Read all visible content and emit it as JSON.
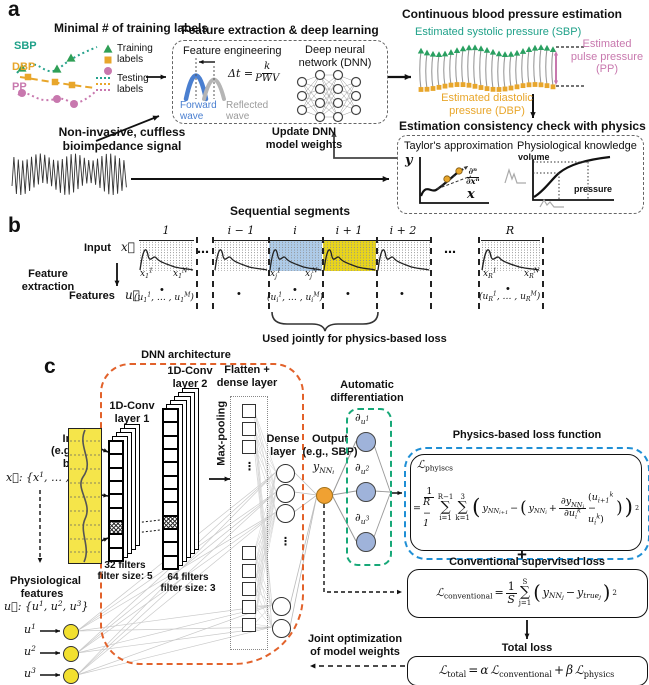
{
  "colors": {
    "sbp_teal": "#1fa189",
    "dbp_orange": "#e8a62b",
    "pp_pink": "#c878ae",
    "forward_blue": "#4a7fd0",
    "reflected_gray": "#9b9b9b",
    "dnn_box_orange": "#e2622b",
    "autodiff_green": "#17a878",
    "physics_blue": "#1f8fd5",
    "segment_highlight_blue": "#aecbe8",
    "segment_highlight_yellow": "#e8d41c",
    "input_node_yellow": "#f2e030",
    "output_node_orange": "#f0a132",
    "deriv_node_blue": "#9fb3da"
  },
  "a": {
    "panel_label": "a",
    "heading": "Minimal # of training labels",
    "sbp": "SBP",
    "dbp": "DBP",
    "pp": "PP",
    "legend_training": "Training labels",
    "legend_testing": "Testing labels",
    "signal_caption": "Non-invasive, cuffless bioimpedance signal",
    "feat_title": "Feature extraction & deep learning",
    "feat_eng": "Feature engineering",
    "dt": "Δt =",
    "dt_num": "k",
    "dt_den": "PWV",
    "forward": "Forward wave",
    "reflected": "Reflected wave",
    "dnn": "Deep neural network (DNN)",
    "update": "Update DNN model weights",
    "bp_title": "Continuous blood pressure estimation",
    "bp_sbp": "Estimated systolic pressure (SBP)",
    "bp_dbp": "Estimated diastolic pressure (DBP)",
    "bp_pp": "Estimated pulse pressure (PP)",
    "cons_title": "Estimation consistency check with physics",
    "taylor": "Taylor's approximation",
    "physio": "Physiological knowledge",
    "y": "y",
    "x": "x",
    "dn_num": "∂ⁿ",
    "dn_den": "∂xⁿ",
    "volume": "volume",
    "pressure": "pressure"
  },
  "b": {
    "panel_label": "b",
    "title": "Sequential segments",
    "input": "Input",
    "xvec": "x⃗",
    "feat_ext": "Feature extraction",
    "features": "Features",
    "uvec": "u⃗",
    "segs": {
      "s1": "1",
      "si_1": "i − 1",
      "si": "i",
      "sip1": "i + 1",
      "sip2": "i + 2",
      "sR": "R"
    },
    "dots": "⋯",
    "bullet": "•",
    "x11": {
      "b": "x",
      "s": "1",
      "p": "1"
    },
    "x1N": {
      "b": "x",
      "s": "1",
      "p": "N"
    },
    "xj1": {
      "b": "x",
      "s": "j",
      "p": "1"
    },
    "xjN": {
      "b": "x",
      "s": "j",
      "p": "N"
    },
    "xR1": {
      "b": "x",
      "s": "R",
      "p": "1"
    },
    "xRN": {
      "b": "x",
      "s": "R",
      "p": "N"
    },
    "t1": {
      "o": "(u",
      "s1": "1",
      "p1": "1",
      "m": ", … , u",
      "s2": "1",
      "p2": "M",
      "c": ")"
    },
    "ti": {
      "o": "(u",
      "s1": "i",
      "p1": "1",
      "m": ", … , u",
      "s2": "i",
      "p2": "M",
      "c": ")"
    },
    "tR": {
      "o": "(u",
      "s1": "R",
      "p1": "1",
      "m": ", … , u",
      "s2": "R",
      "p2": "M",
      "c": ")"
    },
    "brace": "Used jointly for physics-based loss"
  },
  "c": {
    "panel_label": "c",
    "arch": "DNN architecture",
    "input1": "Input",
    "input2": "(e.g. BioZ beat)",
    "xdef": {
      "v": "x⃗",
      "r1": ": {x",
      "p1": "1",
      "r2": ", … , x",
      "p2": "N",
      "r3": "}"
    },
    "conv1a": "1D-Conv",
    "conv1b": "layer 1",
    "conv1i1": "32 filters",
    "conv1i2": "filter size: 5",
    "conv2a": "1D-Conv",
    "conv2b": "layer 2",
    "conv2i1": "64 filters",
    "conv2i2": "filter size: 3",
    "maxpool": "Max-pooling",
    "flata": "Flatten +",
    "flatb": "dense layer",
    "densea": "Dense",
    "denseb": "layer",
    "outa": "Output",
    "outb": "(e.g., SBP)",
    "ynn": {
      "b": "y",
      "s": "NN",
      "ss": "i"
    },
    "autoa": "Automatic",
    "autob": "differentiation",
    "d1": {
      "d": "∂",
      "u": "u",
      "n": "1"
    },
    "d2": {
      "d": "∂",
      "u": "u",
      "n": "2"
    },
    "d3": {
      "d": "∂",
      "u": "u",
      "n": "3"
    },
    "vdots": "⋮",
    "physfeat1": "Physiological",
    "physfeat2": "features",
    "udef": {
      "v": "u⃗",
      "r1": ": {u",
      "p1": "1",
      "r2": ", u",
      "p2": "2",
      "r3": ", u",
      "p3": "3",
      "r4": "}"
    },
    "u1": {
      "b": "u",
      "p": "1"
    },
    "u2": {
      "b": "u",
      "p": "2"
    },
    "u3": {
      "b": "u",
      "p": "3"
    },
    "joint": "Joint optimization of model weights",
    "physics_title": "Physics-based loss function",
    "plus": "+",
    "conv_title": "Conventional supervised loss",
    "total_title": "Total loss",
    "fp": {
      "L": "ℒ",
      "Ls": "phyiscs",
      "eq": "=",
      "n1": "1",
      "d1": "R − 1",
      "sum": "∑",
      "t1": "R−1",
      "b1": "i=1",
      "t2": "3",
      "b2": "k=1",
      "po": "(",
      "yb1": "y",
      "ys1": "NN",
      "yss1": "i+1",
      "mi": "−",
      "pi": "(",
      "yb2": "y",
      "ys2": "NN",
      "yss2": "i",
      "pl": "+",
      "fn": "∂y",
      "fns": "NN",
      "fnss": "i",
      "fd": "∂u",
      "fds": "i",
      "fdp": "k",
      "ppo": "(",
      "ub1": "u",
      "us1": "i+1",
      "up1": "k",
      "mi2": " − ",
      "ub2": "u",
      "us2": "i",
      "up2": "k",
      "ppc": ")",
      "pic": ")",
      "pc": ")",
      "sq": "2"
    },
    "fc": {
      "L": "ℒ",
      "Ls": "conventional",
      "eq": "=",
      "n": "1",
      "d": "S",
      "sum": "∑",
      "t": "S",
      "b": "j=1",
      "po": "(",
      "yb": "y",
      "ys": "NN",
      "yss": "j",
      "mi": "−",
      "tb": "y",
      "ts": "true",
      "tss": "j",
      "pc": ")",
      "sq": "2"
    },
    "ft": {
      "L": "ℒ",
      "Ls": "total",
      "eq": " = ",
      "al": "α",
      "L2": "ℒ",
      "L2s": "conventional",
      "pl": " + ",
      "be": "β",
      "L3": "ℒ",
      "L3s": "physics"
    }
  }
}
